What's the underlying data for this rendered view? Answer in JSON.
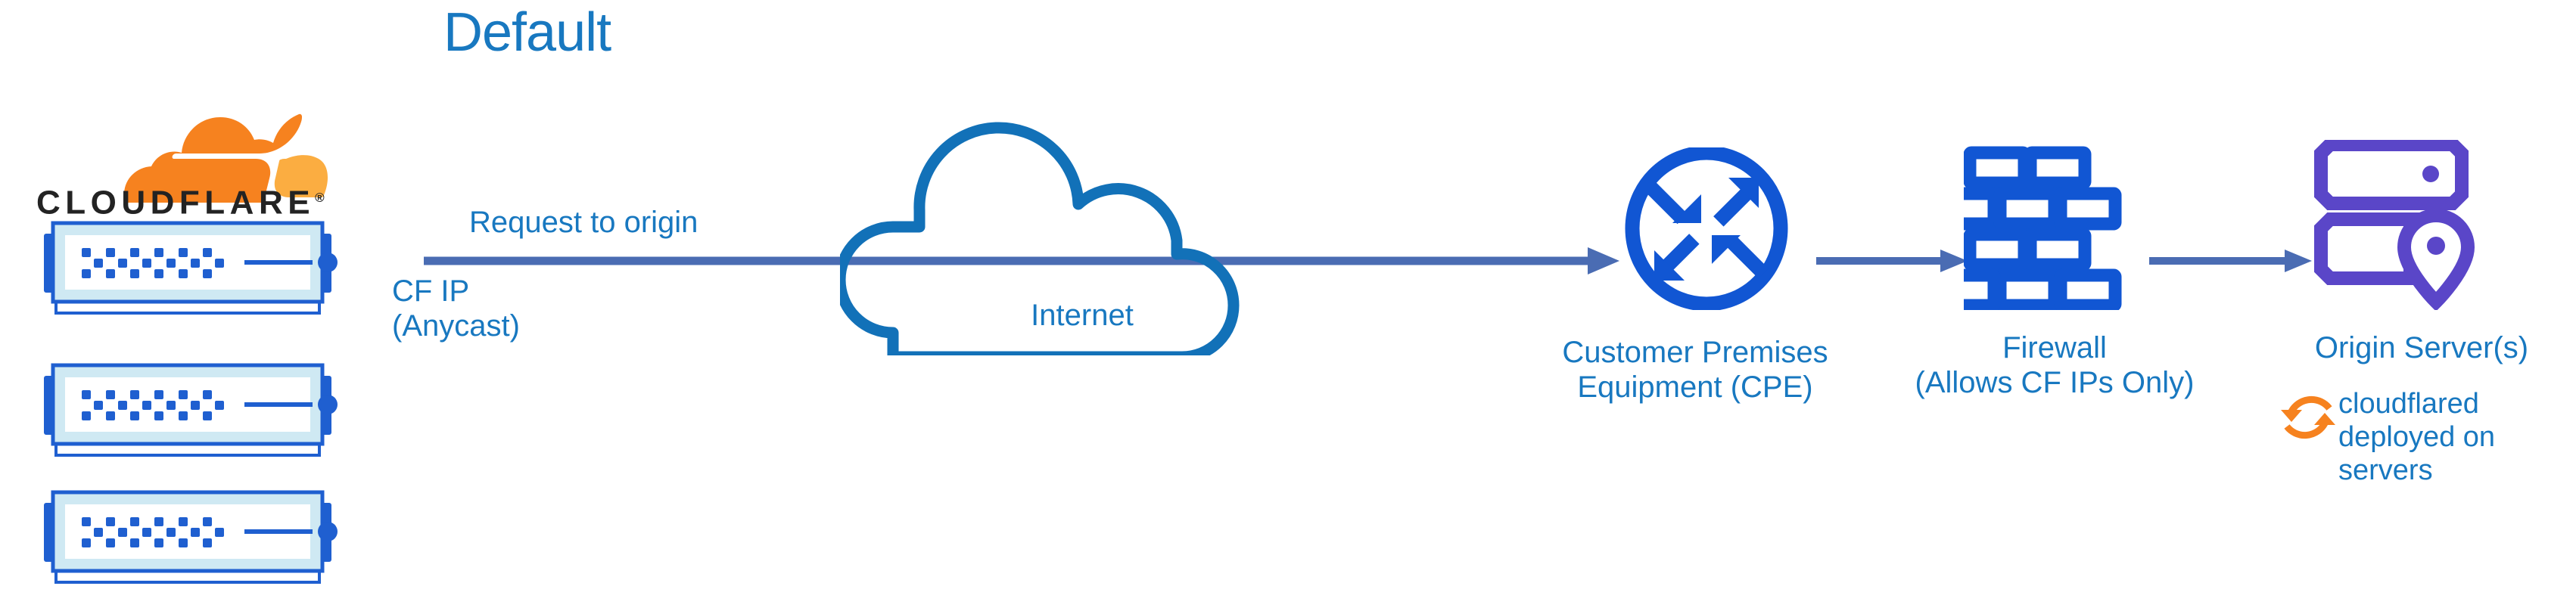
{
  "diagram": {
    "title": "Default",
    "type": "network-architecture-flow"
  },
  "brand": {
    "name": "CLOUDFLARE",
    "registered_mark": "®",
    "logo_icon": "cloudflare-cloud-logo",
    "color_orange": "#f6821f",
    "color_orange_light": "#fbad41",
    "color_wordmark": "#232323"
  },
  "colors": {
    "label_blue": "#1878c0",
    "icon_blue": "#1156d3",
    "cloud_blue": "#1271b8",
    "arrow_blue": "#4a6cb3",
    "origin_purple": "#5a46c8",
    "rack_blue": "#1f5fd0",
    "rack_fill": "#cfe9f3"
  },
  "nodes": [
    {
      "id": "cloudflare-edge",
      "icon": "server-rack-stack",
      "label_line1": "CF IP",
      "label_line2": "(Anycast)",
      "rack_count": 3
    },
    {
      "id": "internet",
      "icon": "cloud-outline",
      "label": "Internet"
    },
    {
      "id": "cpe",
      "icon": "router-four-arrows-circle",
      "label_line1": "Customer Premises",
      "label_line2": "Equipment (CPE)"
    },
    {
      "id": "firewall",
      "icon": "brick-wall",
      "label_line1": "Firewall",
      "label_line2": "(Allows CF IPs Only)"
    },
    {
      "id": "origin-server",
      "icon": "server-with-location-pin",
      "label": "Origin Server(s)",
      "annotation_icon": "sync-circular-arrows",
      "annotation_line1": "cloudflared",
      "annotation_line2": "deployed on",
      "annotation_line3": "servers"
    }
  ],
  "edges": [
    {
      "id": "edge-origin-request",
      "label": "Request to origin",
      "from": "cloudflare-edge",
      "to": "cpe",
      "style": "solid-arrow"
    },
    {
      "id": "edge-cpe-firewall",
      "from": "cpe",
      "to": "firewall",
      "style": "solid-arrow",
      "label": ""
    },
    {
      "id": "edge-firewall-origin",
      "from": "firewall",
      "to": "origin-server",
      "style": "solid-arrow",
      "label": ""
    }
  ]
}
